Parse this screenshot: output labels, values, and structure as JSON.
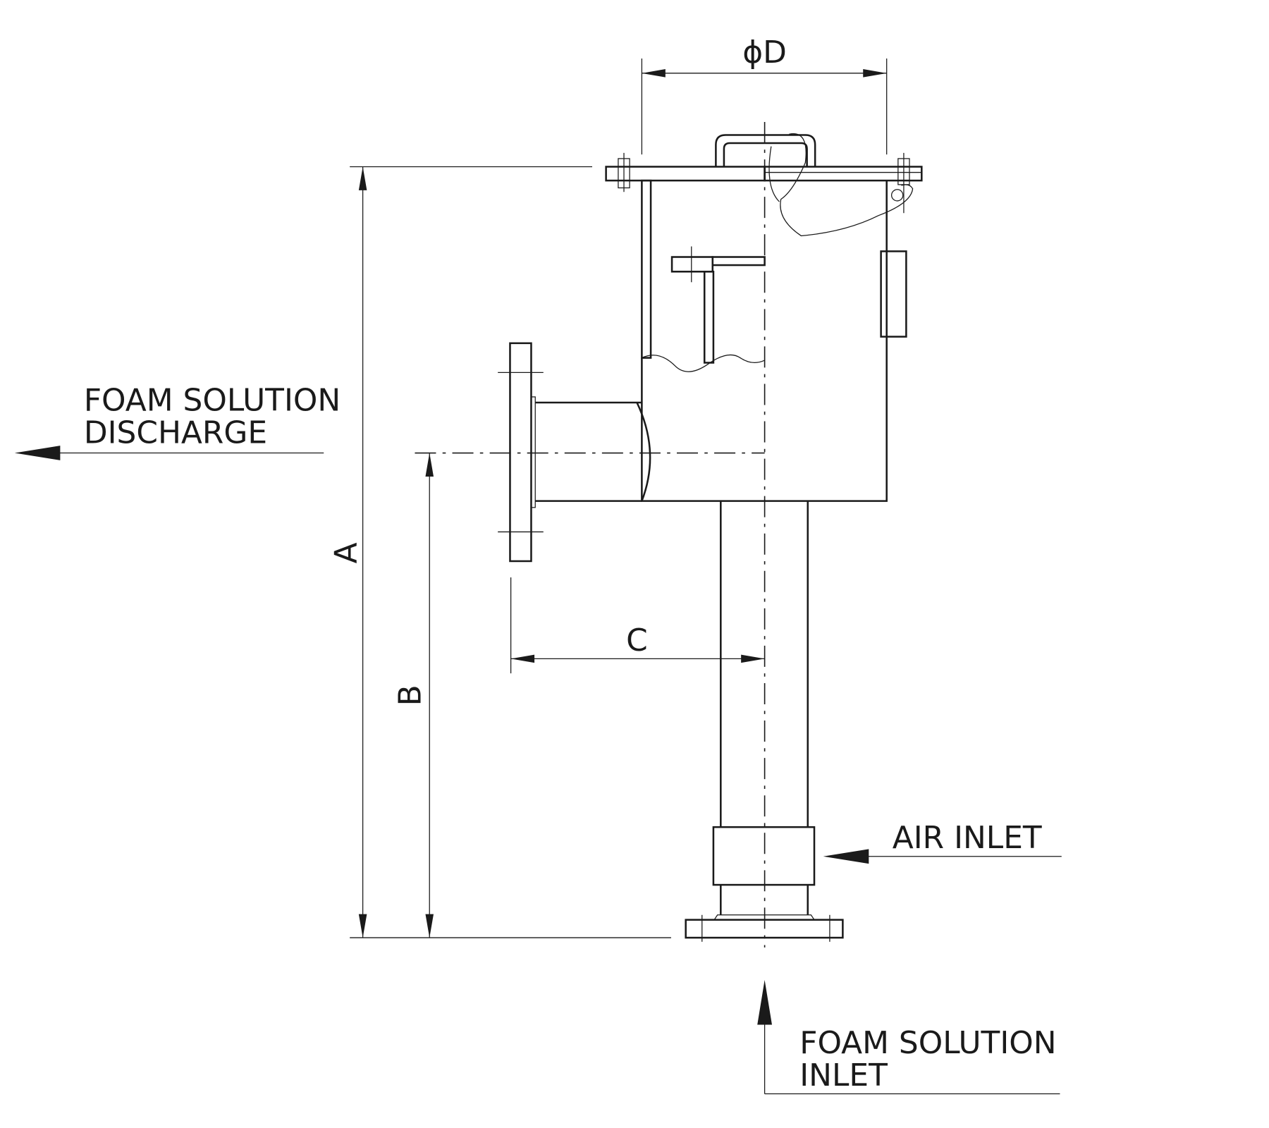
{
  "labels": {
    "dim_d": "ϕD",
    "dim_a": "A",
    "dim_b": "B",
    "dim_c": "C",
    "discharge_line1": "FOAM SOLUTION",
    "discharge_line2": "DISCHARGE",
    "air_inlet": "AIR INLET",
    "inlet_line1": "FOAM SOLUTION",
    "inlet_line2": "INLET"
  },
  "colors": {
    "line": "#1a1a1a",
    "background": "#ffffff"
  }
}
